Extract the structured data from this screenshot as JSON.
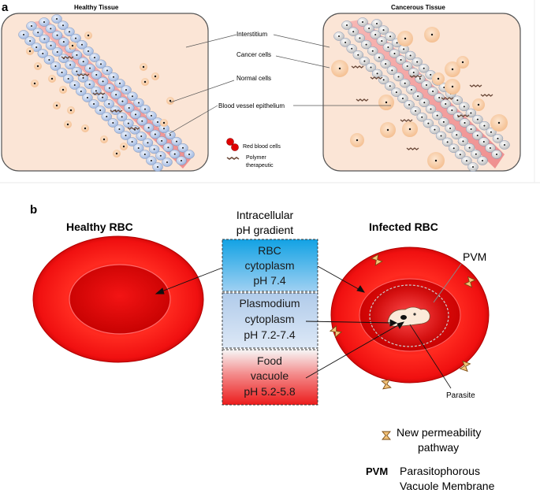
{
  "panel_a": {
    "letter": "a",
    "healthy_title": "Healthy Tissue",
    "cancer_title": "Cancerous Tissue",
    "labels": {
      "interstitium": "Interstitium",
      "cancer_cells": "Cancer cells",
      "normal_cells": "Normal cells",
      "epithelium": "Blood vessel epithelium"
    },
    "legend": {
      "rbc": "Red blood cells",
      "polymer_line1": "Polymer",
      "polymer_line2": "therapeutic"
    }
  },
  "panel_b": {
    "letter": "b",
    "healthy_title": "Healthy RBC",
    "infected_title": "Infected RBC",
    "gradient_title_line1": "Intracellular",
    "gradient_title_line2": "pH gradient",
    "boxes": [
      {
        "line1": "RBC",
        "line2": "cytoplasm",
        "line3": "pH 7.4"
      },
      {
        "line1": "Plasmodium",
        "line2": "cytoplasm",
        "line3": "pH 7.2-7.4"
      },
      {
        "line1": "Food",
        "line2": "vacuole",
        "line3": "pH 5.2-5.8"
      }
    ],
    "pvm_label": "PVM",
    "parasite_label": "Parasite",
    "legend": {
      "npp_line1": "New permeability",
      "npp_line2": "pathway",
      "pvm_abbr": "PVM",
      "pvm_line1": "Parasitophorous",
      "pvm_line2": "Vacuole Membrane"
    }
  },
  "colors": {
    "tissue_fill": "#fbe5d6",
    "vessel": "#f4a3a0",
    "normal_cell": "#c9d9f2",
    "cancer_cell": "#e6e6e6",
    "rbc_red": "#ee1111",
    "box_blue": "#29a8e6",
    "box_light": "#b8d4ee",
    "box_red": "#ef2a2a"
  }
}
